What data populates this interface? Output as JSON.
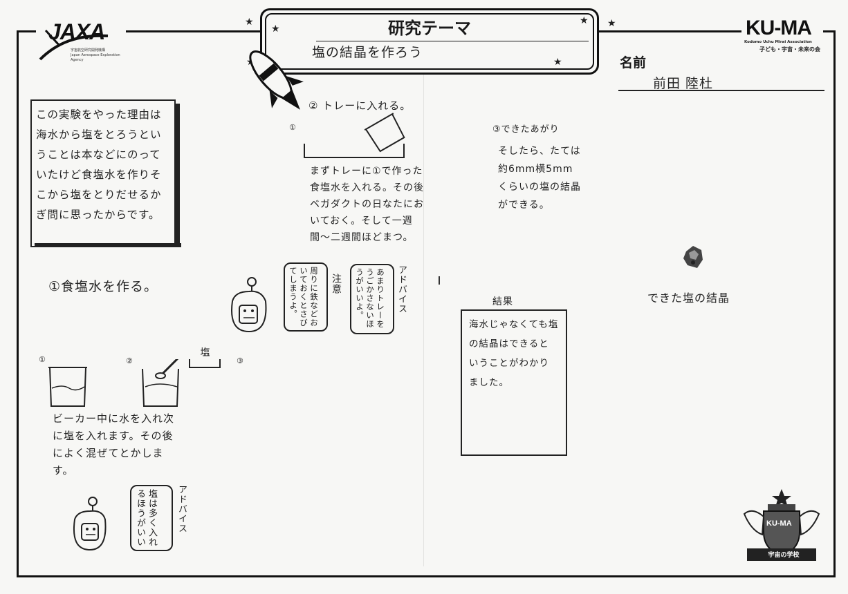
{
  "header": {
    "jaxa_logo_text": "JAXA",
    "jaxa_subtitle_jp": "宇宙航空研究開発機構",
    "jaxa_subtitle_en": "Japan Aerospace Exploration Agency",
    "kuma_logo_text": "KU-MA",
    "kuma_subtitle_en": "Kodomo Uchu Mirai Association",
    "kuma_subtitle_jp": "子ども・宇宙・未来の会",
    "theme_label": "研究テーマ",
    "theme_value": "塩の結晶を作ろう",
    "name_label": "名前",
    "name_value": "前田 陸杜"
  },
  "reason": {
    "text": "この実験をやった理由は海水から塩をとろうということは本などにのっていたけど食塩水を作りそこから塩をとりだせるかぎ問に思ったからです。"
  },
  "step1": {
    "title": "①食塩水を作る。",
    "labels": [
      "①",
      "②",
      "③"
    ],
    "beaker_tag": "塩",
    "caption": "ビーカー中に水を入れ次に塩を入れます。その後によく混ぜてとかします。",
    "advice_label": "アドバイス",
    "advice_text": "塩は多く入れるほうがいい"
  },
  "step2": {
    "title": "② トレーに入れる。",
    "label": "①",
    "caption": "まずトレーに①で作った食塩水を入れる。その後ベガダクトの日なたにおいておく。そして一週間〜二週間ほどまつ。",
    "note_label": "注意",
    "note_text": "周りに鉄などおいておくとさびてしまうよ。",
    "advice_label": "アドバイス",
    "advice_text": "あまりトレーをうごかさないほうがいいよ。"
  },
  "step3": {
    "title": "③できたあがり",
    "caption": "そしたら、たては約6mm横5mmくらいの塩の結晶ができる。"
  },
  "crystal": {
    "label": "できた塩の結晶"
  },
  "result": {
    "label": "結果",
    "text": "海水じゃなくても塩の結晶はできるということがわかりました。"
  },
  "emblem": {
    "badge_text": "KU-MA",
    "label": "宇宙の学校"
  },
  "colors": {
    "ink": "#1a1a1a",
    "paper": "#f7f7f5"
  }
}
